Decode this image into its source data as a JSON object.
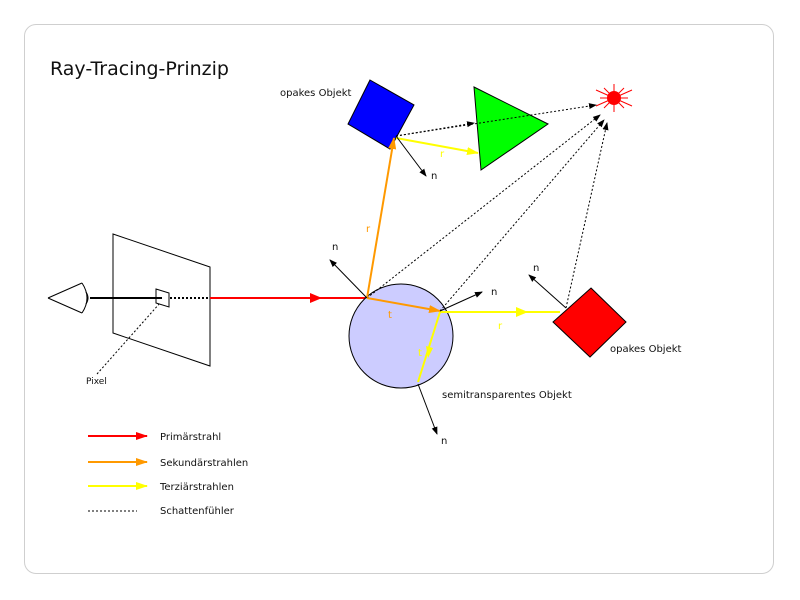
{
  "title": "Ray-Tracing-Prinzip",
  "labels": {
    "opaque_top": "opakes Objekt",
    "opaque_right": "opakes Objekt",
    "semitransparent": "semitransparentes Objekt",
    "pixel": "Pixel",
    "normal": "n",
    "ray_reflect": "r",
    "ray_transmit": "t"
  },
  "legend": [
    {
      "label": "Primärstrahl",
      "color": "#ff0000",
      "style": "arrow"
    },
    {
      "label": "Sekundärstrahlen",
      "color": "#ff9900",
      "style": "arrow"
    },
    {
      "label": "Terziärstrahlen",
      "color": "#ffff00",
      "style": "arrow"
    },
    {
      "label": "Schattenfühler",
      "color": "#000000",
      "style": "dotted"
    }
  ],
  "colors": {
    "primary_ray": "#ff0000",
    "secondary_ray": "#ff9900",
    "tertiary_ray": "#ffff00",
    "sphere_fill": "#ccccff",
    "blue_object": "#0000ff",
    "green_object": "#00ff00",
    "red_object": "#ff0000",
    "light": "#ff0000"
  }
}
